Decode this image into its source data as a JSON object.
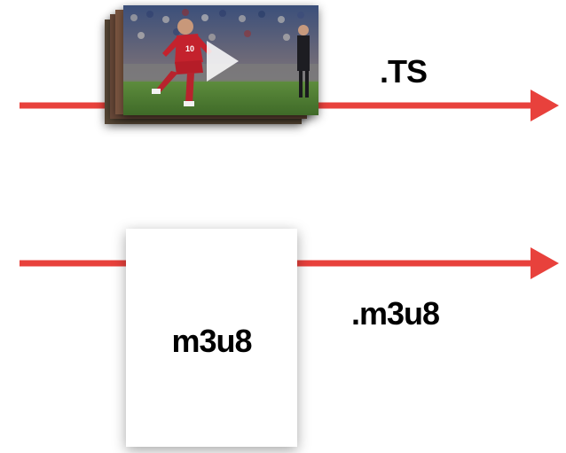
{
  "colors": {
    "arrow": "#e8413c",
    "text": "#000000",
    "card": "#ffffff"
  },
  "top_row": {
    "extension_label": ".TS",
    "thumbnail_icon": "play-icon"
  },
  "bottom_row": {
    "card_label": "m3u8",
    "extension_label": ".m3u8"
  }
}
